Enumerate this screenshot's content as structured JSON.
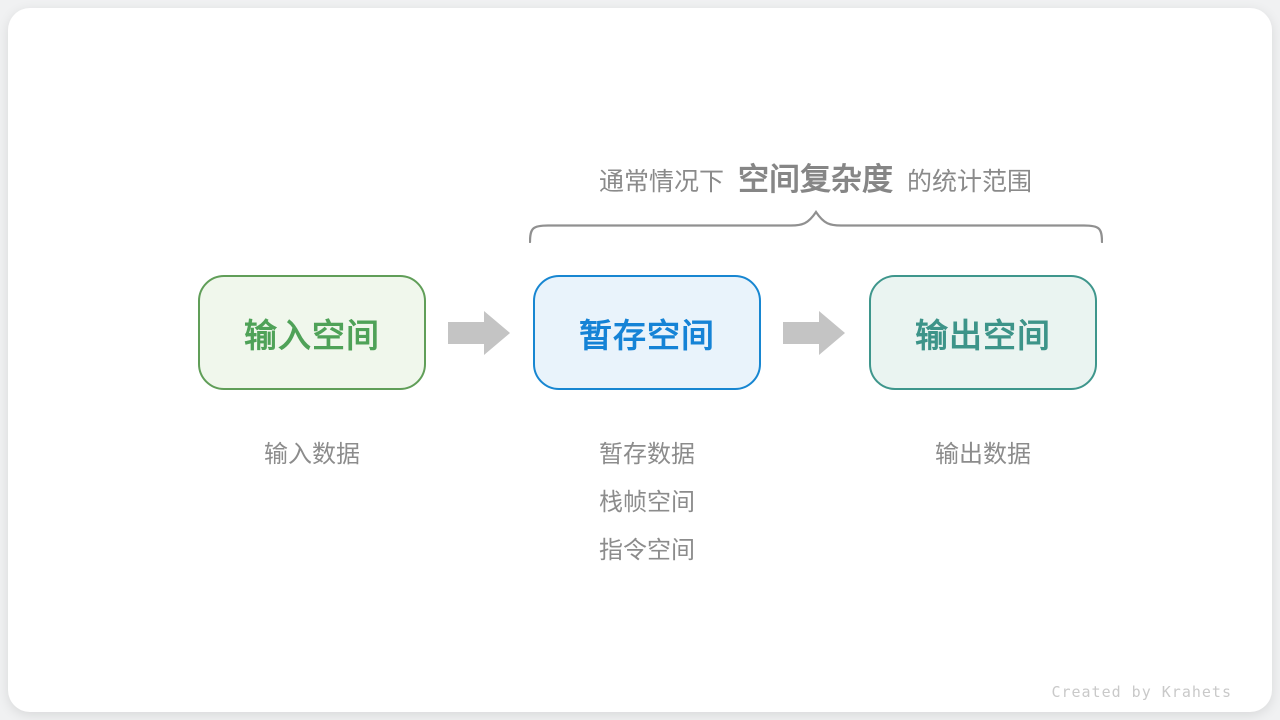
{
  "title": {
    "prefix": "通常情况下",
    "highlight": "空间复杂度",
    "suffix": "的统计范围"
  },
  "flow": {
    "boxes": [
      {
        "id": "input-space",
        "label": "输入空间"
      },
      {
        "id": "temp-space",
        "label": "暂存空间"
      },
      {
        "id": "output-space",
        "label": "输出空间"
      }
    ]
  },
  "notes": {
    "input": [
      "输入数据"
    ],
    "temp": [
      "暂存数据",
      "栈帧空间",
      "指令空间"
    ],
    "output": [
      "输出数据"
    ]
  },
  "footer": {
    "credit": "Created by Krahets"
  },
  "colors": {
    "input_border": "#609e58",
    "input_fill": "#f0f7ec",
    "input_text": "#4fa258",
    "temp_border": "#1786d1",
    "temp_fill": "#e9f3fb",
    "temp_text": "#1583d6",
    "output_border": "#3e968c",
    "output_fill": "#eaf4f1",
    "output_text": "#3d9489",
    "note_text": "#8c8c8c",
    "title_text": "#8a8a8a",
    "arrow": "#c4c4c4",
    "brace": "#909090",
    "credit_text": "#c9c9c9",
    "card_bg": "#ffffff",
    "page_bg": "#f0f1f2"
  }
}
